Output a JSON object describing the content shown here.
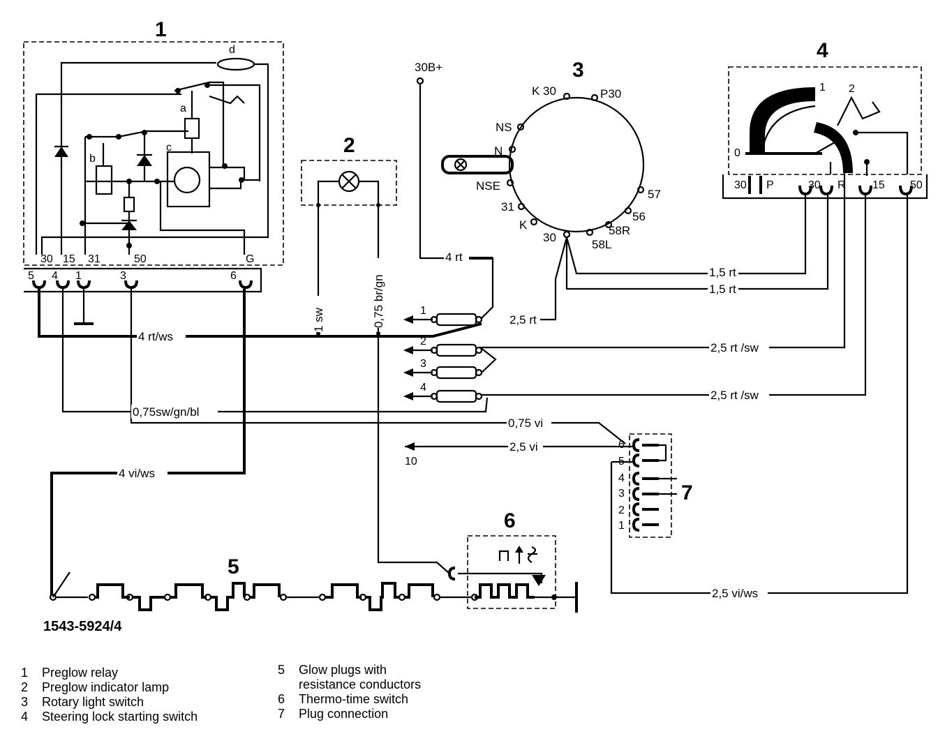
{
  "components": {
    "c1": "1",
    "c2": "2",
    "c3": "3",
    "c4": "4",
    "c5": "5",
    "c6": "6",
    "c7": "7"
  },
  "relay": {
    "sub_d": "d",
    "sub_a": "a",
    "sub_b": "b",
    "sub_c": "c",
    "pins_top": [
      "30",
      "15",
      "31",
      "50",
      "G"
    ],
    "pins_bottom": [
      "5",
      "4",
      "1",
      "3",
      "6"
    ]
  },
  "light_switch": {
    "terminals": [
      "K 30",
      "P30",
      "NS",
      "N",
      "NSE",
      "31",
      "K",
      "30",
      "57",
      "56",
      "58R",
      "58L"
    ]
  },
  "starting_switch": {
    "positions": [
      "0",
      "1",
      "2"
    ],
    "terminals": [
      "30",
      "P",
      "30",
      "R",
      "15",
      "50"
    ]
  },
  "supply_label": "30B+",
  "wires": {
    "w4rt": "4 rt",
    "w4rtws": "4 rt/ws",
    "w1sw": "1 sw",
    "w075brgn": "0,75 br/gn",
    "w25rt": "2,5 rt",
    "w15rt_a": "1,5 rt",
    "w15rt_b": "1,5 rt",
    "w25rtsw_a": "2,5 rt /sw",
    "w25rtsw_b": "2,5 rt /sw",
    "w075swgnbl": "0,75sw/gn/bl",
    "w075vi": "0,75 vi",
    "w25vi": "2,5 vi",
    "w4viws": "4 vi/ws",
    "w25viws": "2,5 vi/ws"
  },
  "fuses": [
    "1",
    "2",
    "3",
    "4"
  ],
  "arrow_10": "10",
  "plug_pins": [
    "6",
    "5",
    "4",
    "3",
    "2",
    "1"
  ],
  "drawing_number": "1543-5924/4",
  "legend": [
    {
      "num": "1",
      "text": "Preglow relay"
    },
    {
      "num": "2",
      "text": "Preglow indicator lamp"
    },
    {
      "num": "3",
      "text": "Rotary light switch"
    },
    {
      "num": "4",
      "text": "Steering lock starting switch"
    },
    {
      "num": "5",
      "text": "Glow plugs with"
    },
    {
      "num": "",
      "text": "resistance conductors"
    },
    {
      "num": "6",
      "text": "Thermo-time switch"
    },
    {
      "num": "7",
      "text": "Plug connection"
    }
  ]
}
